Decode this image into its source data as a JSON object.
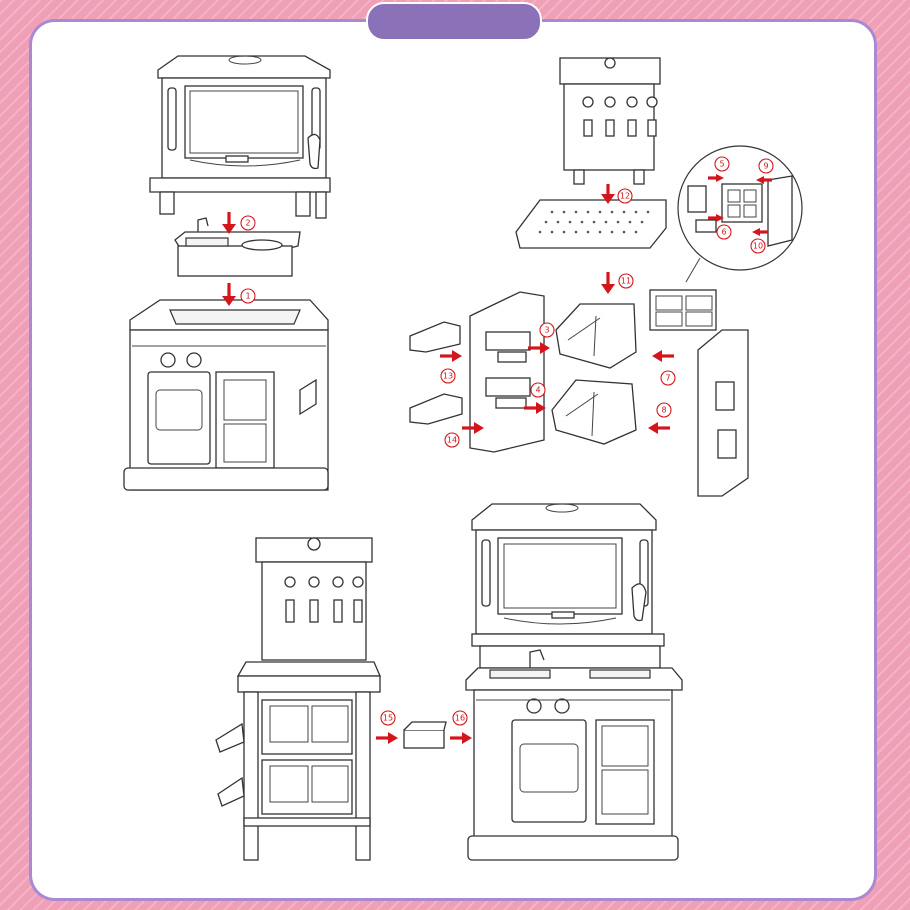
{
  "colors": {
    "background_pink": "#ef9fb6",
    "border_purple": "#a98ad2",
    "tab_purple": "#8a71b8",
    "arrow_red": "#d4161c",
    "line_dark": "#333333"
  },
  "steps": [
    {
      "number": "1"
    },
    {
      "number": "2"
    },
    {
      "number": "3"
    },
    {
      "number": "4"
    },
    {
      "number": "5"
    },
    {
      "number": "6"
    },
    {
      "number": "7"
    },
    {
      "number": "8"
    },
    {
      "number": "9"
    },
    {
      "number": "10"
    },
    {
      "number": "11"
    },
    {
      "number": "12"
    },
    {
      "number": "13"
    },
    {
      "number": "14"
    },
    {
      "number": "15"
    },
    {
      "number": "16"
    }
  ]
}
